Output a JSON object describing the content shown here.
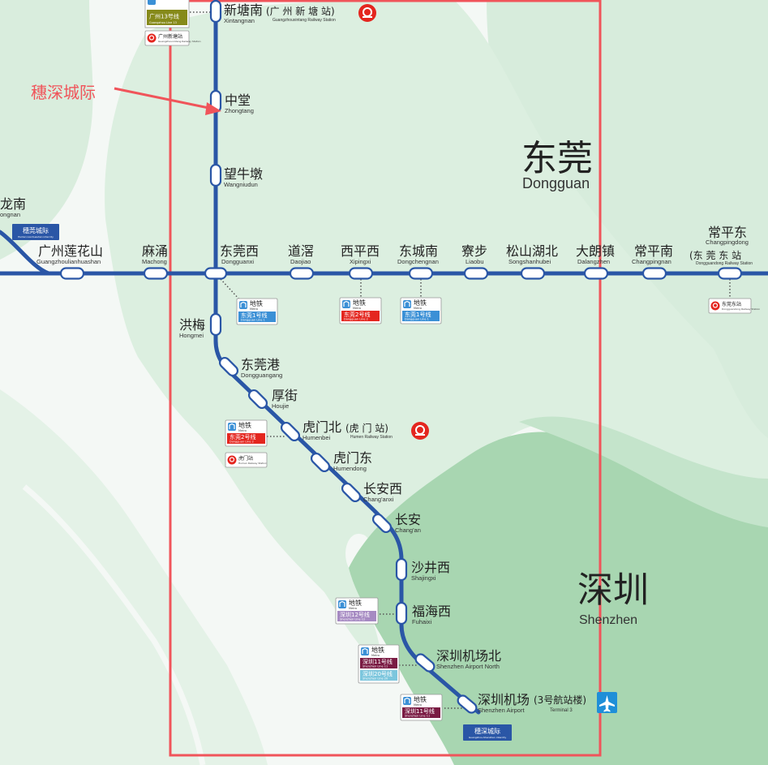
{
  "annotation": {
    "label": "穗深城际",
    "frame_color": "#f0545a",
    "arrow_color": "#f0545a"
  },
  "colors": {
    "line": "#2a56a6",
    "land_light": "#dcefe0",
    "land_mid": "#c4e4cb",
    "land_dark": "#a9d6b2",
    "water": "#f4f8f5",
    "metro_blue": "#3b90d6",
    "dongguan_red": "#e4261f",
    "guangzhou13": "#868a1a",
    "sz12": "#a68ac2",
    "sz11": "#7a1b43",
    "sz20": "#7cc6dd",
    "railway_red": "#e4261f"
  },
  "cities": {
    "dongguan": {
      "zh": "东莞",
      "en": "Dongguan"
    },
    "shenzhen": {
      "zh": "深圳",
      "en": "Shenzhen"
    }
  },
  "partial_stations": {
    "longnan_zh": "龙南",
    "longnan_en": "ongnan",
    "lianhua_badge": "穗莞城际",
    "lianhua_badge_sub": "Huilian Lianhuashan intercity"
  },
  "stations": [
    {
      "id": "xintangnan",
      "zh": "新塘南",
      "en": "Xintangnan",
      "rail_zh": "(广 州 新 塘 站)",
      "rail_en": "Guangzhouxintang Railway Station"
    },
    {
      "id": "zhongtang",
      "zh": "中堂",
      "en": "Zhongtang"
    },
    {
      "id": "wangniudun",
      "zh": "望牛墩",
      "en": "Wangniudun"
    },
    {
      "id": "dongguanxi",
      "zh": "东莞西",
      "en": "Dongguanxi"
    },
    {
      "id": "hongmei",
      "zh": "洪梅",
      "en": "Hongmei"
    },
    {
      "id": "dongguangang",
      "zh": "东莞港",
      "en": "Dongguangang"
    },
    {
      "id": "houjie",
      "zh": "厚街",
      "en": "Houjie"
    },
    {
      "id": "humenbei",
      "zh": "虎门北",
      "en": "Humenbei",
      "rail_zh": "(虎  门  站)",
      "rail_en": "Humen Railway Station"
    },
    {
      "id": "humendong",
      "zh": "虎门东",
      "en": "Humendong"
    },
    {
      "id": "changanxi",
      "zh": "长安西",
      "en": "Chang'anxi"
    },
    {
      "id": "changan",
      "zh": "长安",
      "en": "Chang'an"
    },
    {
      "id": "shajingxi",
      "zh": "沙井西",
      "en": "Shajingxi"
    },
    {
      "id": "fuhaixi",
      "zh": "福海西",
      "en": "Fuhaixi"
    },
    {
      "id": "szairportnorth",
      "zh": "深圳机场北",
      "en": "Shenzhen Airport North"
    },
    {
      "id": "szairport",
      "zh": "深圳机场",
      "zh_suffix": "(3号航站楼)",
      "en": "Shenzhen Airport",
      "en_suffix": "Terminal 3"
    }
  ],
  "h_stations": [
    {
      "id": "lianhuashan",
      "zh": "广州莲花山",
      "en": "Guangzhoulianhuashan"
    },
    {
      "id": "machong",
      "zh": "麻涌",
      "en": "Machong"
    },
    {
      "id": "daojiao",
      "zh": "道滘",
      "en": "Daojiao"
    },
    {
      "id": "xipingxi",
      "zh": "西平西",
      "en": "Xipingxi"
    },
    {
      "id": "dongchengnan",
      "zh": "东城南",
      "en": "Dongchengnan"
    },
    {
      "id": "liaobu",
      "zh": "寮步",
      "en": "Liaobu"
    },
    {
      "id": "songshanhubei",
      "zh": "松山湖北",
      "en": "Songshanhubei"
    },
    {
      "id": "dalangzhen",
      "zh": "大朗镇",
      "en": "Dalangzhen"
    },
    {
      "id": "changpingnan",
      "zh": "常平南",
      "en": "Changpingnan"
    },
    {
      "id": "changpingdong",
      "zh": "常平东",
      "en": "Changpingdong",
      "rail_zh": "(东  莞  东  站",
      "rail_en": "Dongguandong Railway Station"
    }
  ],
  "badges": {
    "metro_zh": "地铁",
    "metro_en": "Metro",
    "gz13": "广州13号线",
    "gz13_en": "Guangzhou Line 13",
    "xintang_station": "广州新塘站",
    "xintang_station_en": "Guangzhouxintang Railway Station",
    "dg1": "东莞1号线",
    "dg1_en": "Dongguan Line 1",
    "dg2": "东莞2号线",
    "dg2_en": "Dongguan Line 2",
    "humen_station": "虎门站",
    "humen_station_en": "Humen Railway Station",
    "dgd_station": "东莞东站",
    "dgd_station_en": "Dongguandong Railway Station",
    "sz12": "深圳12号线",
    "sz12_en": "Shenzhen Line 12",
    "sz11": "深圳11号线",
    "sz11_en": "Shenzhen Line 11",
    "sz20": "深圳20号线",
    "sz20_en": "Shenzhen Line 20",
    "terminus_badge": "穗深城际",
    "terminus_badge_sub": "Guangzhou-Shenzhen intercity"
  }
}
